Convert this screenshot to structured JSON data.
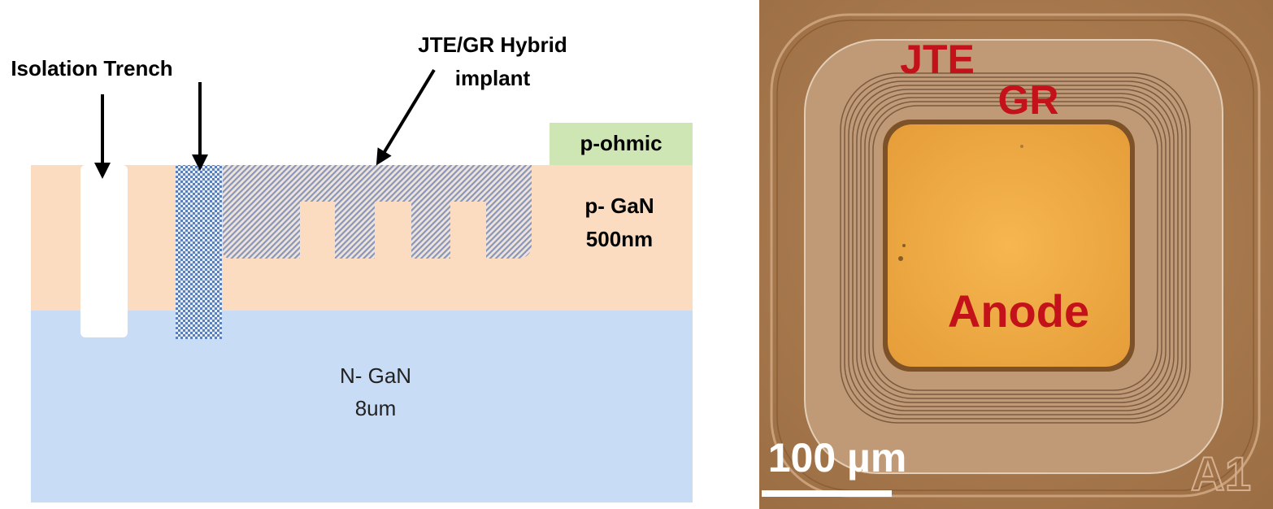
{
  "cross_section": {
    "labels": {
      "isolation_trench": "Isolation Trench",
      "jte_gr_line1": "JTE/GR Hybrid",
      "jte_gr_line2": "implant",
      "p_ohmic": "p-ohmic",
      "p_gan_line1": "p- GaN",
      "p_gan_line2": "500nm",
      "n_gan_line1": "N- GaN",
      "n_gan_line2": "8um"
    },
    "colors": {
      "p_gan": "#fcdcc0",
      "n_gan": "#c9dcf5",
      "p_ohmic": "#cde6b4",
      "trench": "#ffffff",
      "checker": "#5b7fb8",
      "hatch": "#8a96b8"
    }
  },
  "micrograph": {
    "labels": {
      "jte": "JTE",
      "gr": "GR",
      "anode": "Anode",
      "scale_bar": "100 µm",
      "die_id": "A1"
    },
    "colors": {
      "label_red": "#c4121a",
      "substrate": "#a8784a",
      "jte_ring": "#c09a76",
      "anode": "#f0ad48"
    }
  }
}
